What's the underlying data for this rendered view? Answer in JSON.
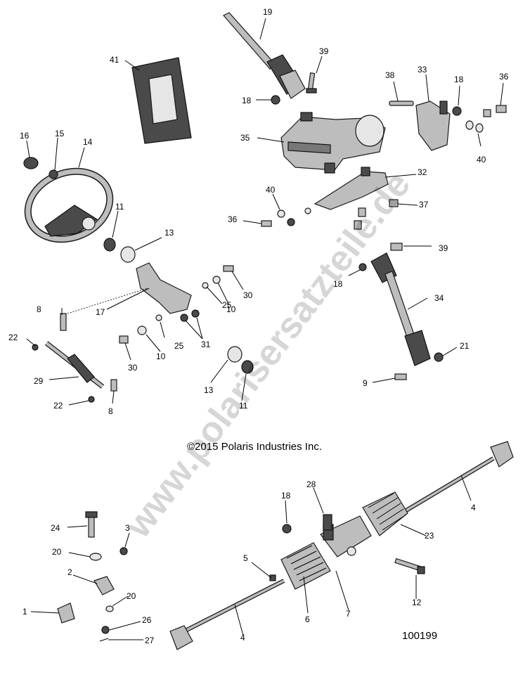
{
  "copyright": "©2015 Polaris Industries Inc.",
  "reference_number": "100199",
  "watermark": "www.polarisersatzteile.de",
  "callouts": {
    "c19": "19",
    "c39a": "39",
    "c41": "41",
    "c18a": "18",
    "c35": "35",
    "c38": "38",
    "c33": "33",
    "c18b": "18",
    "c36a": "36",
    "c40a": "40",
    "c32": "32",
    "c16": "16",
    "c15": "15",
    "c14": "14",
    "c11a": "11",
    "c13a": "13",
    "c40b": "40",
    "c36b": "36",
    "c37": "37",
    "c39b": "39",
    "c18c": "18",
    "c34": "34",
    "c30a": "30",
    "c10a": "10",
    "c25a": "25",
    "c8a": "8",
    "c17": "17",
    "c25b": "25",
    "c31": "31",
    "c22a": "22",
    "c30b": "30",
    "c10b": "10",
    "c29": "29",
    "c13b": "13",
    "c11b": "11",
    "c22b": "22",
    "c8b": "8",
    "c21": "21",
    "c9": "9",
    "c4a": "4",
    "c28": "28",
    "c18d": "18",
    "c24": "24",
    "c3": "3",
    "c23": "23",
    "c20a": "20",
    "c2": "2",
    "c5": "5",
    "c12": "12",
    "c20b": "20",
    "c1": "1",
    "c6": "6",
    "c7": "7",
    "c26": "26",
    "c4b": "4",
    "c27": "27"
  },
  "colors": {
    "line": "#000000",
    "part_fill": "#bdbdbd",
    "part_dark": "#4a4a4a",
    "background": "#ffffff"
  }
}
